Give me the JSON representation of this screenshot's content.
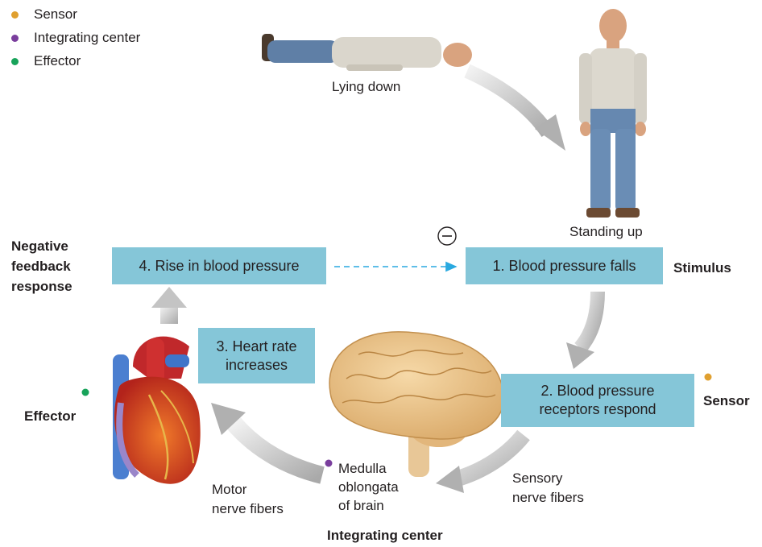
{
  "legend": {
    "items": [
      {
        "label": "Sensor",
        "color": "#e0a030"
      },
      {
        "label": "Integrating center",
        "color": "#7a3e9d"
      },
      {
        "label": "Effector",
        "color": "#18a35a"
      }
    ]
  },
  "captions": {
    "lying_down": "Lying down",
    "standing_up": "Standing up",
    "medulla_line1": "Medulla",
    "medulla_line2": "oblongata",
    "medulla_line3": "of brain",
    "motor_line1": "Motor",
    "motor_line2": "nerve fibers",
    "sensory_line1": "Sensory",
    "sensory_line2": "nerve fibers"
  },
  "role_labels": {
    "negative_line1": "Negative",
    "negative_line2": "feedback",
    "negative_line3": "response",
    "stimulus": "Stimulus",
    "sensor": "Sensor",
    "effector": "Effector",
    "integrating_center": "Integrating center"
  },
  "steps": {
    "step1": "1. Blood pressure falls",
    "step2_line1": "2. Blood pressure",
    "step2_line2": "receptors respond",
    "step3_line1": "3. Heart rate",
    "step3_line2": "increases",
    "step4": "4. Rise in blood pressure"
  },
  "symbols": {
    "inhibit": "−"
  },
  "colors": {
    "box": "#85c6d8",
    "arrow": "#c9c9c9",
    "dashed_arrow": "#29a9e0",
    "sensor_dot": "#e0a030",
    "integrating_dot": "#7a3e9d",
    "effector_dot": "#18a35a"
  }
}
